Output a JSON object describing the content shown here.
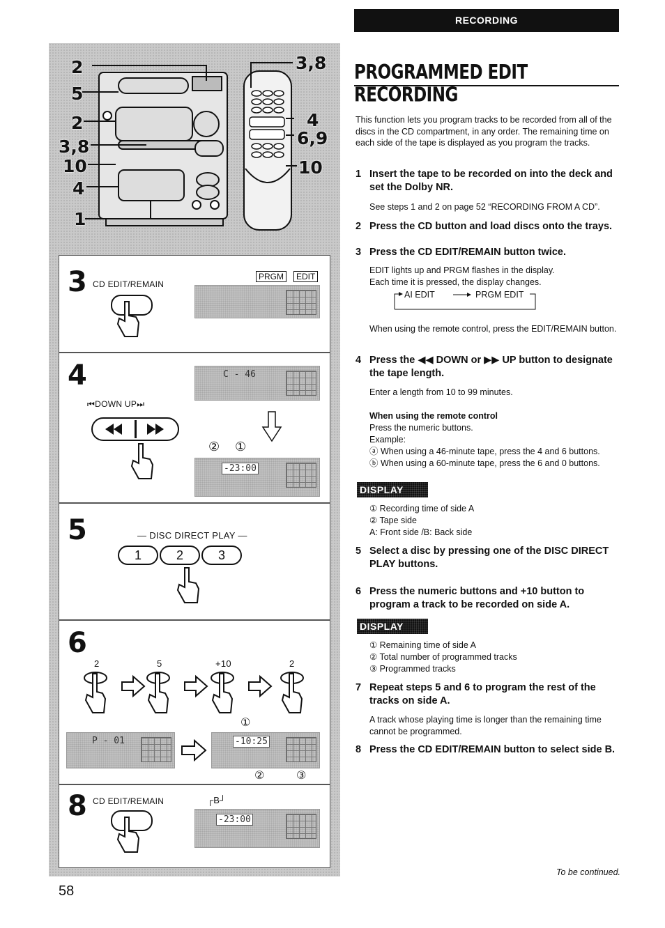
{
  "header": {
    "section": "RECORDING"
  },
  "title": "PROGRAMMED EDIT RECORDING",
  "intro": "This function lets you program tracks to be recorded from all of the discs in the CD compartment, in any order.  The remaining time on each side of the tape is displayed as you program the tracks.",
  "device_callouts": {
    "left": [
      "2",
      "5",
      "2",
      "3,8",
      "10",
      "4",
      "1"
    ],
    "right": [
      "3,8",
      "4",
      "6,9",
      "10"
    ]
  },
  "panels": {
    "p3": {
      "num": "3",
      "label": "CD EDIT/REMAIN",
      "ind_prgm": "PRGM",
      "ind_edit": "EDIT"
    },
    "p4": {
      "num": "4",
      "label": "⏮DOWN  UP⏭",
      "lcd_top": "C - 46",
      "lcd_bottom": "-23:00",
      "mark1": "②",
      "mark2": "①"
    },
    "p5": {
      "num": "5",
      "label": "— DISC DIRECT PLAY —",
      "b1": "1",
      "b2": "2",
      "b3": "3"
    },
    "p6": {
      "num": "6",
      "n1": "2",
      "n2": "5",
      "n3": "+10",
      "n4": "2",
      "lcd1": "P - 01",
      "lcd2": "-10:25",
      "m1": "①",
      "m2": "②",
      "m3": "③"
    },
    "p8": {
      "num": "8",
      "label": "CD EDIT/REMAIN",
      "side": "┌B┘",
      "lcd": "-23:00"
    }
  },
  "steps": [
    {
      "n": "1",
      "head": "Insert the tape to be recorded on into the deck and set the Dolby NR.",
      "body": "See steps 1 and 2 on page 52 “RECORDING FROM A CD”."
    },
    {
      "n": "2",
      "head": "Press the CD button and load discs onto the trays."
    },
    {
      "n": "3",
      "head": "Press the CD EDIT/REMAIN button twice.",
      "body1": "EDIT lights up and PRGM flashes in the display.",
      "body2": "Each time it is pressed, the display changes.",
      "flow_a": "AI EDIT",
      "flow_b": "PRGM EDIT",
      "body3": "When using the remote control, press the EDIT/REMAIN button."
    },
    {
      "n": "4",
      "head": "Press the ◀◀ DOWN or ▶▶ UP button to designate the tape length.",
      "body": "Enter a length from 10 to 99 minutes.",
      "remote_head": "When using the remote control",
      "r1": "Press the numeric buttons.",
      "r2": "Example:",
      "r3": "ⓐ When using a 46-minute tape, press the 4 and 6 buttons.",
      "r4": "ⓑ When using a 60-minute tape, press the 6 and 0 buttons."
    },
    {
      "n": "5",
      "head": "Select a disc by pressing one of the DISC DIRECT PLAY buttons."
    },
    {
      "n": "6",
      "head": "Press the numeric buttons and +10 button to program a track to be recorded on side A."
    },
    {
      "n": "7",
      "head": "Repeat steps 5  and 6 to program the rest of the tracks on side A.",
      "body": "A track whose playing time is longer than the remaining time cannot be programmed."
    },
    {
      "n": "8",
      "head": "Press the CD EDIT/REMAIN button to select side B."
    }
  ],
  "display1": {
    "badge": "DISPLAY",
    "l1": "① Recording time of side A",
    "l2": "② Tape side",
    "l3": "A: Front side /B: Back side"
  },
  "display2": {
    "badge": "DISPLAY",
    "l1": "① Remaining time of side A",
    "l2": "② Total number of programmed tracks",
    "l3": "③ Programmed tracks"
  },
  "footer": {
    "continued": "To be continued.",
    "page": "58"
  }
}
